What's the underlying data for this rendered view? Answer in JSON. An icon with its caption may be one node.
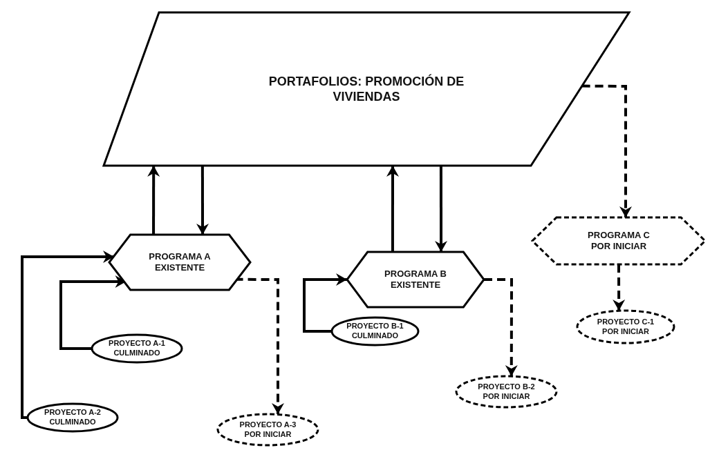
{
  "diagram": {
    "nodes": [
      {
        "text": [
          "PORTAFOLIOS: PROMOCIÓN DE VIVIENDAS"
        ]
      },
      {
        "text": [
          "PROGRAMA A EXISTENTE"
        ]
      },
      {
        "text": [
          "PROGRAMA B EXISTENTE"
        ]
      },
      {
        "text": [
          "PROGRAMA C POR INICIAR"
        ]
      },
      {
        "text": [
          "PROYECTO A-1 CULMINADO"
        ]
      },
      {
        "text": [
          "PROYECTO A-2 CULMINADO"
        ]
      },
      {
        "text": [
          "PROYECTO A-3 POR INICIAR"
        ]
      },
      {
        "text": [
          "PROYECTO B-1 CULMINADO"
        ]
      },
      {
        "text": [
          "PROYECTO B-2 POR INICIAR"
        ]
      },
      {
        "text": [
          "PROYECTO C-1 POR INICIAR"
        ]
      }
    ],
    "edges": [
      {
        "from": 1,
        "to": 0,
        "arrow": "to"
      },
      {
        "from": 0,
        "to": 1,
        "arrow": "to"
      },
      {
        "from": 2,
        "to": 0,
        "arrow": "to"
      },
      {
        "from": 0,
        "to": 2,
        "arrow": "to"
      },
      {
        "from": 0,
        "to": 3,
        "arrow": "to",
        "style": "dashed"
      },
      {
        "from": 1,
        "to": 6,
        "arrow": "to",
        "style": "dashed"
      },
      {
        "from": 2,
        "to": 8,
        "arrow": "to",
        "style": "dashed"
      },
      {
        "from": 3,
        "to": 9,
        "arrow": "to",
        "style": "dashed"
      },
      {
        "from": 4,
        "to": 1,
        "arrow": "to"
      },
      {
        "from": 5,
        "to": 1,
        "arrow": "to"
      },
      {
        "from": 7,
        "to": 2,
        "arrow": "to"
      }
    ]
  }
}
